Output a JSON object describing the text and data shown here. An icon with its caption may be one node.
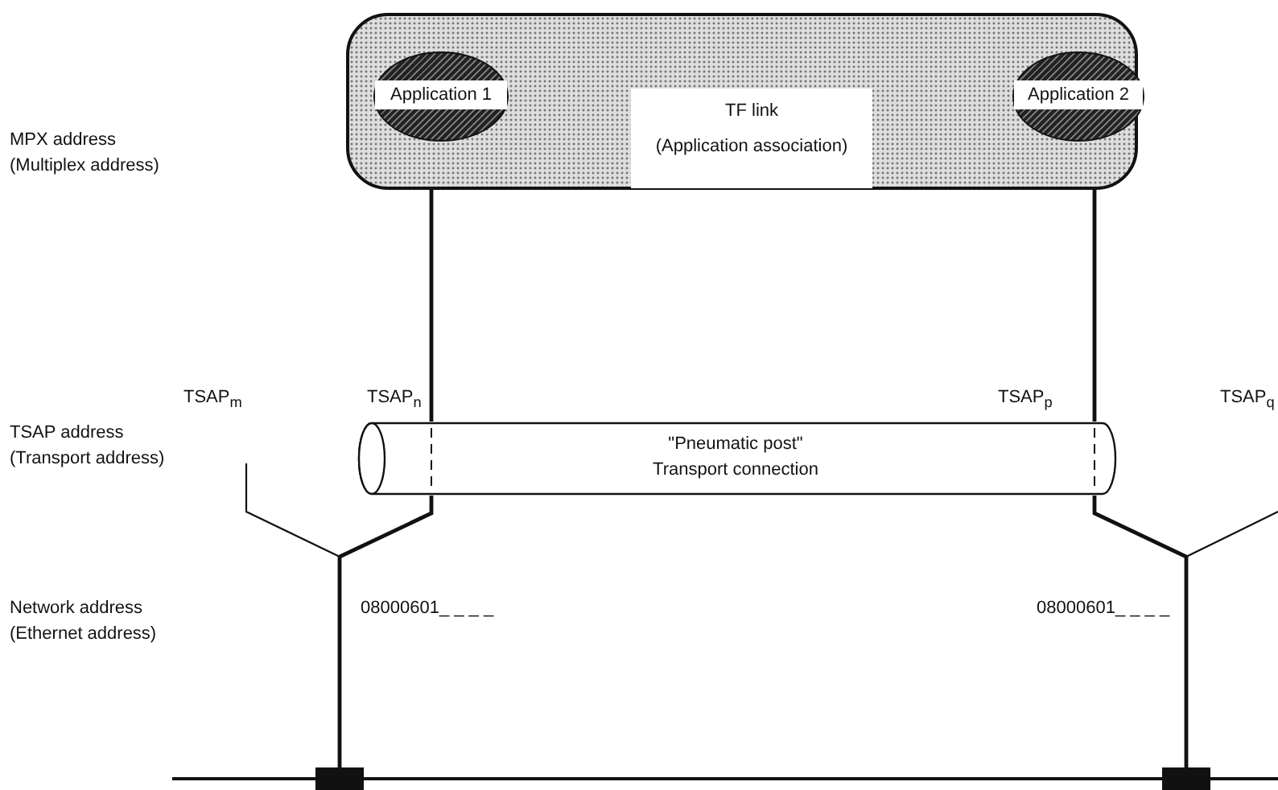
{
  "diagram": {
    "nodes": [
      {
        "text": [
          "TF link",
          "(Application association)"
        ]
      },
      {
        "text": [
          "Application 1"
        ],
        "in": 0
      },
      {
        "text": [
          "Application 2"
        ],
        "in": 0
      },
      {
        "text": [
          "\"Pneumatic post\" Transport connection"
        ]
      },
      {
        "text": [],
        "shape": "box"
      },
      {
        "text": [],
        "shape": "box"
      }
    ],
    "edges": [
      {
        "from": 0,
        "to": 3,
        "arrow": "none"
      },
      {
        "from": 0,
        "to": 3,
        "arrow": "none"
      },
      {
        "from": 3,
        "to": 4,
        "arrow": "none"
      },
      {
        "from": 3,
        "to": 5,
        "arrow": "none"
      },
      {
        "from": null,
        "to": 4,
        "arrow": "none"
      },
      {
        "from": null,
        "to": 5,
        "arrow": "none"
      }
    ],
    "labels": [
      "MPX address (Multiplex address)",
      "TSAP$_{m}$",
      "TSAP$_{n}$",
      "TSAP$_{p}$",
      "TSAP$_{q}$",
      "TSAP address (Transport address)",
      "Network address (Ethernet address)",
      "08000601_ _ _ _",
      "08000601_ _ _ _"
    ]
  }
}
